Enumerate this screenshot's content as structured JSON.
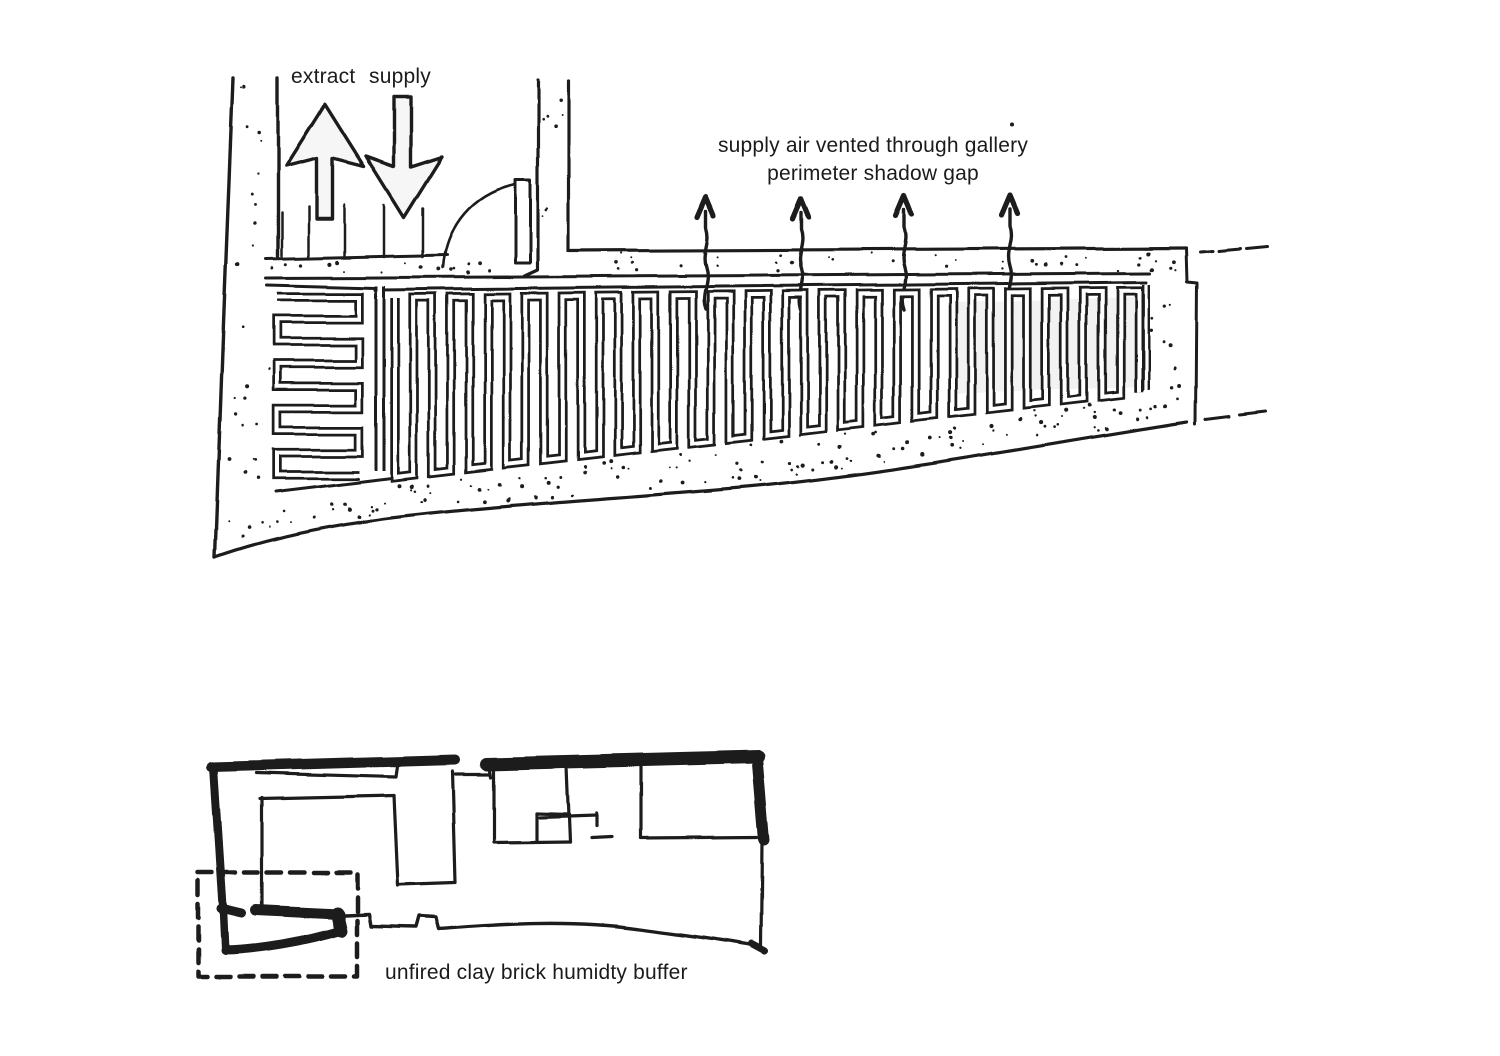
{
  "canvas": {
    "background": "#ffffff",
    "ink_color": "#1e1e1e",
    "pencil_shade": "rgba(0,0,0,0.05)"
  },
  "section_diagram": {
    "labels": {
      "extract": "extract",
      "supply": "supply",
      "vent_note_line1": "supply air vented through gallery",
      "vent_note_line2": "perimeter shadow gap"
    },
    "icons": {
      "extract_arrow": "block-arrow-up-icon",
      "supply_arrow": "block-arrow-down-icon",
      "vent_arrow": "wavy-arrow-up-icon",
      "vent_arrow_count": 4
    }
  },
  "plan_diagram": {
    "labels": {
      "buffer_note": "unfired clay brick humidty buffer"
    }
  }
}
